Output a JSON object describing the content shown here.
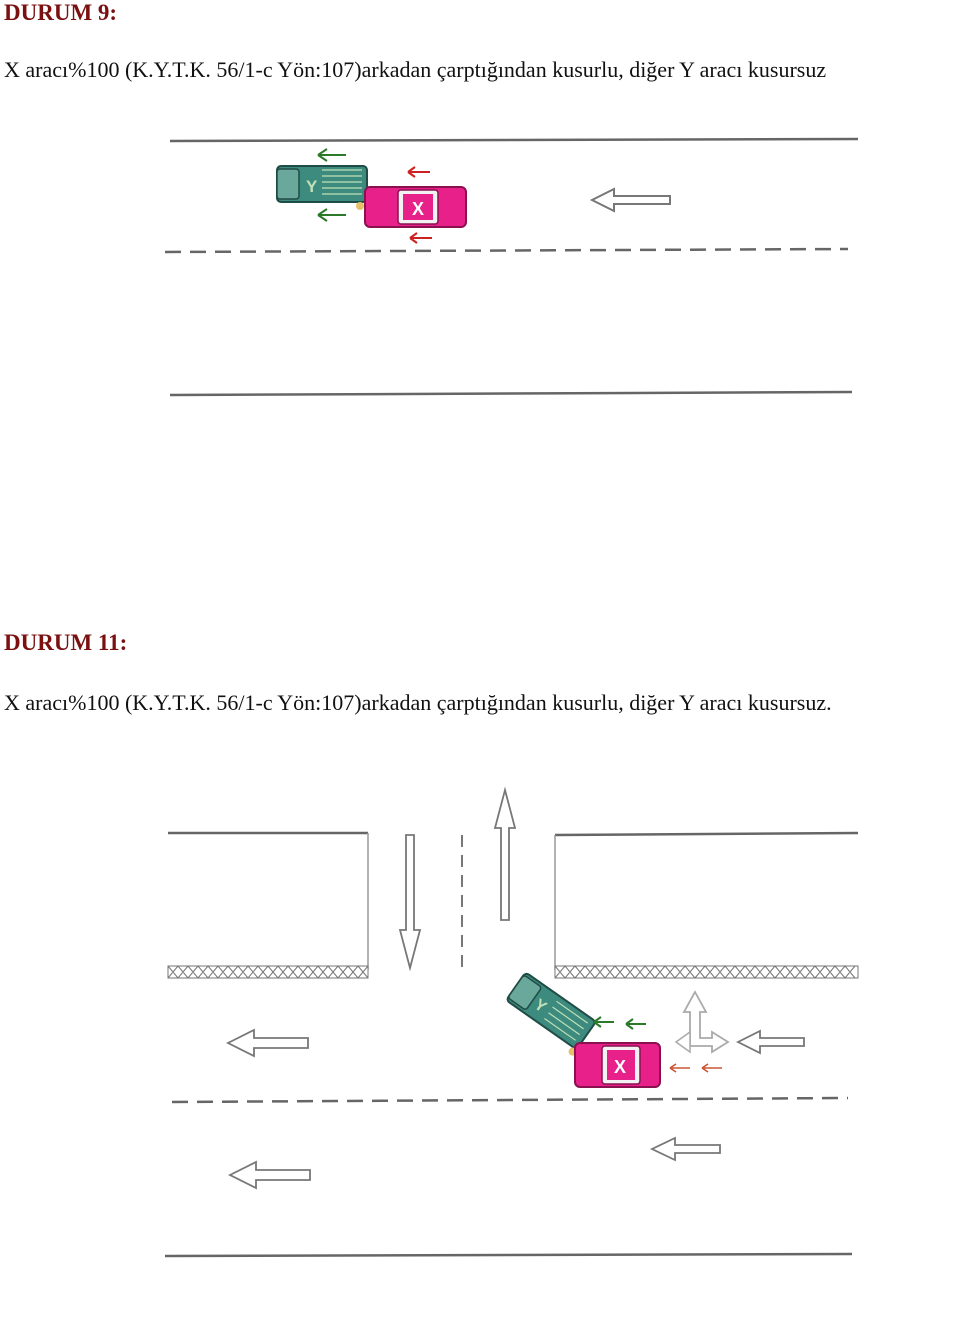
{
  "case9": {
    "heading": "DURUM 9:",
    "text": "X aracı%100 (K.Y.T.K. 56/1-c Yön:107)arkadan çarptığından kusurlu, diğer Y aracı kusursuz"
  },
  "case11": {
    "heading": "DURUM 11:",
    "text": "X aracı%100 (K.Y.T.K. 56/1-c Yön:107)arkadan çarptığından kusurlu, diğer Y aracı kusursuz."
  },
  "vehicles": {
    "x_label": "X",
    "y_label": "Y"
  },
  "colors": {
    "heading": "#7a1010",
    "vehicle_x": "#e8208a",
    "vehicle_y": "#3d8a7e",
    "arrow_y": "#2a7a2a",
    "arrow_x": "#cc2222",
    "road_line": "#555555"
  }
}
